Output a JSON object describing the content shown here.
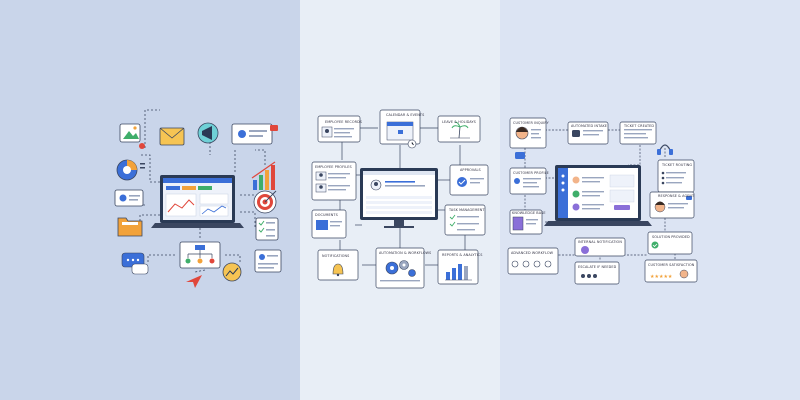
{
  "panel2": {
    "labels": {
      "employee_records": "EMPLOYEE RECORDS",
      "calendar_events": "CALENDAR & EVENTS",
      "leave_holidays": "LEAVE & HOLIDAYS",
      "employee_profiles": "EMPLOYEE PROFILES",
      "approvals": "APPROVALS",
      "documents": "DOCUMENTS",
      "task_management": "TASK MANAGEMENT",
      "notifications": "NOTIFICATIONS",
      "automation_workflows": "AUTOMATION & WORKFLOWS",
      "reports_analytics": "REPORTS & ANALYTICS"
    }
  },
  "panel3": {
    "labels": {
      "customer_inquiry": "CUSTOMER INQUIRY",
      "automated_intake": "AUTOMATED INTAKE",
      "ticket_created": "TICKET CREATED",
      "customer_profile": "CUSTOMER PROFILE",
      "ticket_routing": "TICKET ROUTING",
      "knowledge_base": "KNOWLEDGE BASE",
      "response_agent": "RESPONSE & AGENT",
      "advanced_workflow": "ADVANCED WORKFLOW",
      "internal_notification": "INTERNAL NOTIFICATION",
      "solution_provided": "SOLUTION PROVIDED",
      "escalate_if_needed": "ESCALATE IF NEEDED",
      "customer_satisfaction": "CUSTOMER SATISFACTION"
    }
  },
  "colors": {
    "panel1_bg": "#c9d5ea",
    "panel2_bg": "#e8eef6",
    "panel3_bg": "#dce4f3",
    "accent_blue": "#3b6fd8",
    "accent_orange": "#f2a23a",
    "accent_red": "#e0473b",
    "accent_green": "#3fae6a",
    "accent_purple": "#8a6fd8"
  }
}
